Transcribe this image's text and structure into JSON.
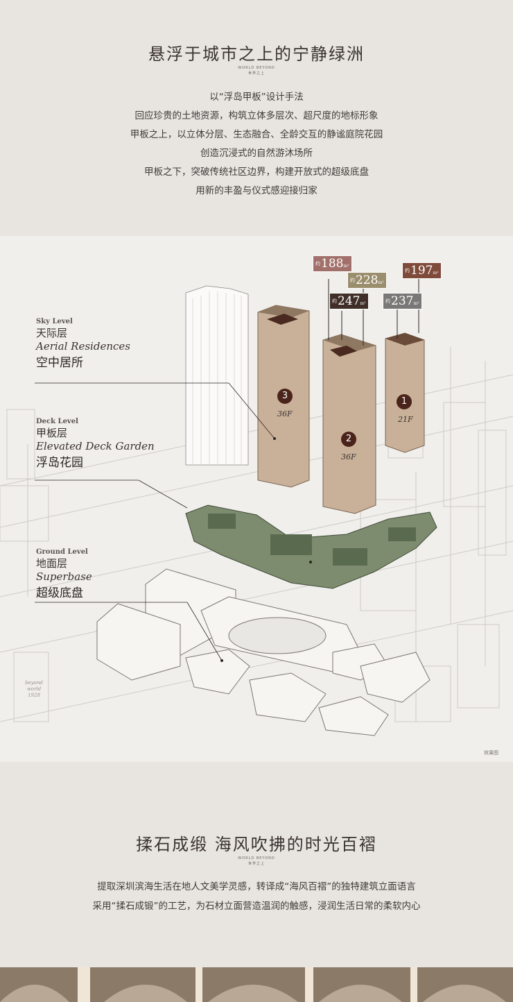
{
  "section1": {
    "title": "悬浮于城市之上的宁静绿洲",
    "mini_brand": "WORLD BEYOND",
    "mini_sub": "世界之上",
    "intro_lines": [
      "以“浮岛甲板”设计手法",
      "回应珍贵的土地资源，构筑立体多层次、超尺度的地标形象",
      "甲板之上，以立体分层、生态融合、全龄交互的静谧庭院花园",
      "创造沉浸式的自然游沐场所",
      "甲板之下，突破传统社区边界，构建开放式的超级底盘",
      "用新的丰盈与仪式感迎接归家"
    ]
  },
  "diagram": {
    "levels": [
      {
        "en": "Sky Level",
        "cn": "天际层",
        "italic": "Aerial Residences",
        "cn2": "空中居所"
      },
      {
        "en": "Deck Level",
        "cn": "甲板层",
        "italic": "Elevated Deck Garden",
        "cn2": "浮岛花园"
      },
      {
        "en": "Ground Level",
        "cn": "地面层",
        "italic": "Superbase",
        "cn2": "超级底盘"
      }
    ],
    "height_tags": [
      {
        "prefix": "约",
        "value": "188",
        "unit": "m²",
        "color": "#a2706b"
      },
      {
        "prefix": "约",
        "value": "228",
        "unit": "m²",
        "color": "#9a8e6c"
      },
      {
        "prefix": "约",
        "value": "197",
        "unit": "m²",
        "color": "#7e4a3a"
      },
      {
        "prefix": "约",
        "value": "247",
        "unit": "m²",
        "color": "#3f2f28"
      },
      {
        "prefix": "约",
        "value": "237",
        "unit": "m²",
        "color": "#7a7777"
      }
    ],
    "buildings": [
      {
        "num": "3",
        "floors": "36F"
      },
      {
        "num": "2",
        "floors": "36F"
      },
      {
        "num": "1",
        "floors": "21F"
      }
    ],
    "logo_lines": [
      "beyond",
      "world",
      "1928"
    ],
    "corner_note": "效果图"
  },
  "section2": {
    "title": "揉石成缎 海风吹拂的时光百褶",
    "mini_brand": "WORLD BEYOND",
    "mini_sub": "世界之上",
    "lines": [
      "提取深圳滨海生活在地人文美学灵感，转译成“海风百褶”的独特建筑立面语言",
      "采用“揉石成锻”的工艺，为石材立面营造温润的触感，浸润生活日常的柔软内心"
    ]
  }
}
